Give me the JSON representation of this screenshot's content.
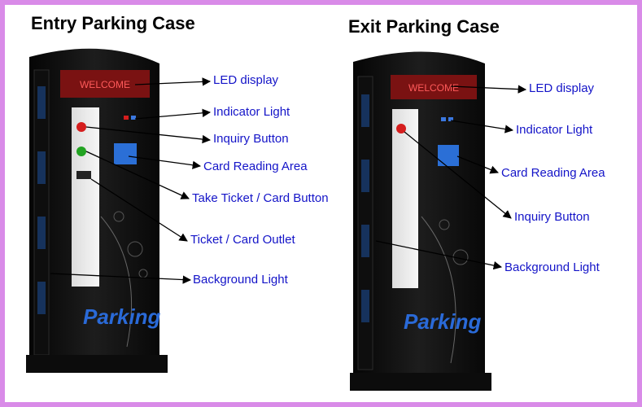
{
  "entry": {
    "title": "Entry Parking Case",
    "labels": {
      "led_display": "LED display",
      "indicator_light": "Indicator Light",
      "inquiry_button": "Inquiry Button",
      "card_reading_area": "Card Reading Area",
      "take_ticket_button": "Take Ticket / Card Button",
      "ticket_outlet": "Ticket / Card Outlet",
      "background_light": "Background Light"
    }
  },
  "exit": {
    "title": "Exit Parking Case",
    "labels": {
      "led_display": "LED display",
      "indicator_light": "Indicator Light",
      "card_reading_area": "Card Reading Area",
      "inquiry_button": "Inquiry Button",
      "background_light": "Background Light"
    }
  },
  "machine_text": {
    "brand": "Parking",
    "led_text": "WELCOME"
  },
  "colors": {
    "frame_border": "#d98be8",
    "label_text": "#1414c8",
    "machine_body": "#111111",
    "led": "#c81e1e",
    "brand_blue": "#2a6ad8"
  }
}
